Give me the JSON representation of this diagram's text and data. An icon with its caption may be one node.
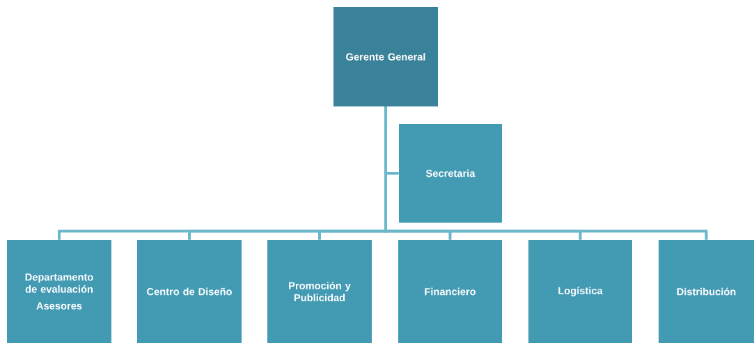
{
  "diagram": {
    "nodes": [
      {
        "text": [
          "Gerente General"
        ]
      },
      {
        "text": [
          "Secretaria"
        ]
      },
      {
        "text": [
          "Departamento de evaluación",
          "Asesores"
        ]
      },
      {
        "text": [
          "Centro de Diseño"
        ]
      },
      {
        "text": [
          "Promoción y Publicidad"
        ]
      },
      {
        "text": [
          "Financiero"
        ]
      },
      {
        "text": [
          "Logística"
        ]
      },
      {
        "text": [
          "Distribución"
        ]
      }
    ],
    "edges": [
      {
        "from": 0,
        "to": 1,
        "arrow": "none"
      },
      {
        "from": 0,
        "to": 2,
        "arrow": "none"
      },
      {
        "from": 0,
        "to": 3,
        "arrow": "none"
      },
      {
        "from": 0,
        "to": 4,
        "arrow": "none"
      },
      {
        "from": 0,
        "to": 5,
        "arrow": "none"
      },
      {
        "from": 0,
        "to": 6,
        "arrow": "none"
      },
      {
        "from": 0,
        "to": 7,
        "arrow": "none"
      }
    ]
  }
}
